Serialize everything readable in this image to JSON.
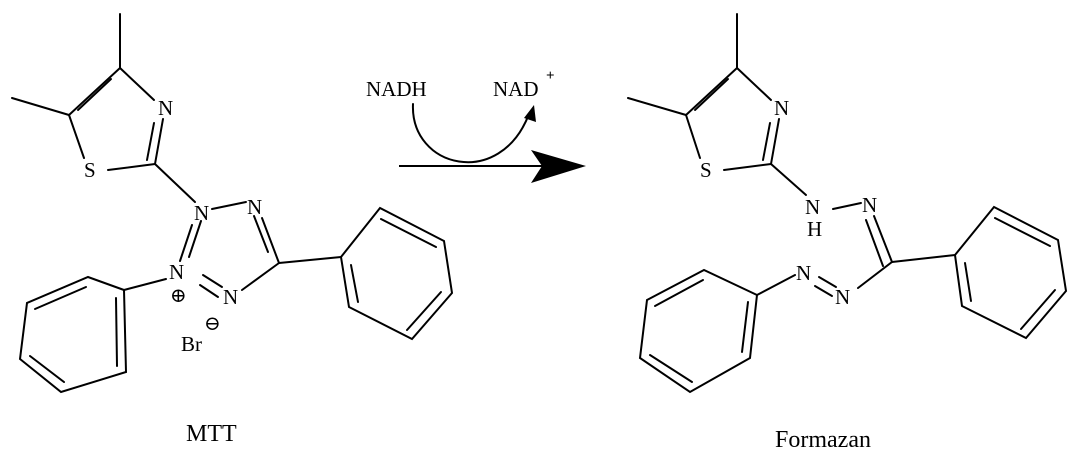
{
  "reaction": {
    "cofactor_in": "NADH",
    "cofactor_out": "NAD",
    "cofactor_out_charge": "+"
  },
  "reactant": {
    "name": "MTT",
    "atoms": {
      "thiazole_s": "S",
      "thiazole_n": "N",
      "tetrazole_n1": "N",
      "tetrazole_n2": "N",
      "tetrazole_n3": "N",
      "tetrazole_n4": "N",
      "counterion": "Br",
      "cation_charge": "⊕",
      "anion_charge": "⊖"
    }
  },
  "product": {
    "name": "Formazan",
    "atoms": {
      "thiazole_s": "S",
      "thiazole_n": "N",
      "nh_n": "N",
      "nh_h": "H",
      "n_double": "N",
      "azo_n1": "N",
      "azo_n2": "N"
    }
  }
}
